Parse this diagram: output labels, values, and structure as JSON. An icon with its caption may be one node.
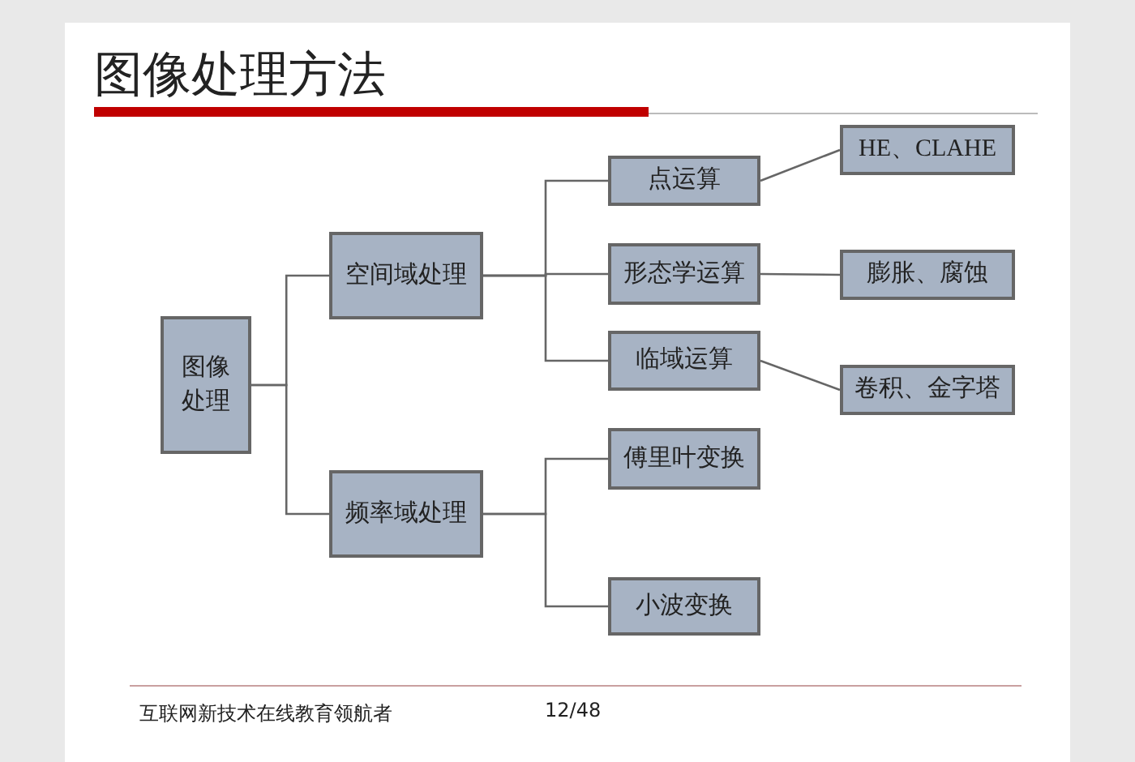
{
  "diagram": {
    "title": "图像处理方法",
    "nodes": [
      {
        "text": [
          "图像处理"
        ]
      },
      {
        "text": [
          "空间域处理"
        ]
      },
      {
        "text": [
          "频率域处理"
        ]
      },
      {
        "text": [
          "点运算"
        ]
      },
      {
        "text": [
          "形态学运算"
        ]
      },
      {
        "text": [
          "临域运算"
        ]
      },
      {
        "text": [
          "傅里叶变换"
        ]
      },
      {
        "text": [
          "小波变换"
        ]
      },
      {
        "text": [
          "HE、CLAHE"
        ]
      },
      {
        "text": [
          "膨胀、腐蚀"
        ]
      },
      {
        "text": [
          "卷积、金字塔"
        ]
      }
    ],
    "edges": [
      {
        "from": 0,
        "to": 1,
        "arrow": "none"
      },
      {
        "from": 0,
        "to": 2,
        "arrow": "none"
      },
      {
        "from": 1,
        "to": 3,
        "arrow": "none"
      },
      {
        "from": 1,
        "to": 4,
        "arrow": "none"
      },
      {
        "from": 1,
        "to": 5,
        "arrow": "none"
      },
      {
        "from": 2,
        "to": 6,
        "arrow": "none"
      },
      {
        "from": 2,
        "to": 7,
        "arrow": "none"
      },
      {
        "from": 3,
        "to": 8,
        "arrow": "none"
      },
      {
        "from": 4,
        "to": 9,
        "arrow": "none"
      },
      {
        "from": 5,
        "to": 10,
        "arrow": "none"
      }
    ],
    "labels": [
      "互联网新技术在线教育领航者",
      "12/48"
    ]
  }
}
